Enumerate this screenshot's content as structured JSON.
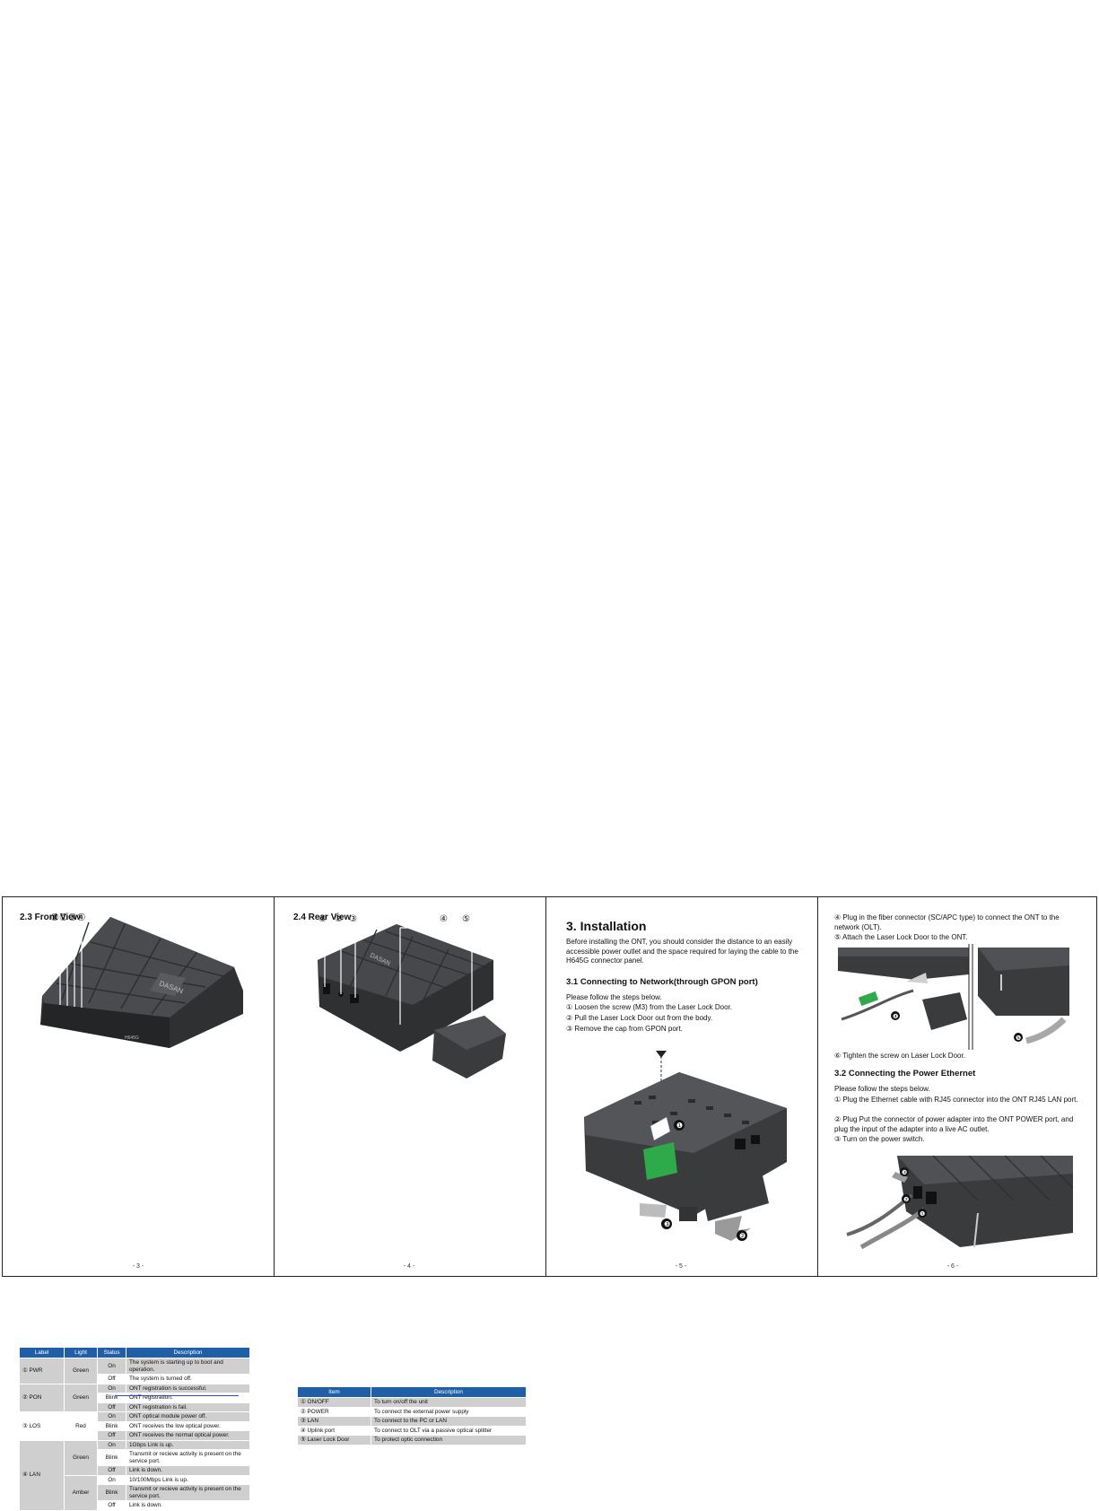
{
  "page1": {
    "heading": "2.3 Front View",
    "callouts": "①②③④",
    "brand": "DASAN",
    "model": "H645G",
    "table_headers": [
      "Label",
      "Light",
      "Status",
      "Description"
    ],
    "rows": {
      "pwr_label": "① PWR",
      "pwr_light": "Green",
      "pwr_on": "On",
      "pwr_on_desc": "The system is starting up to boot and operation.",
      "pwr_off": "Off",
      "pwr_off_desc": "The system is turned off.",
      "pon_label": "② PON",
      "pon_light": "Green",
      "pon_on": "On",
      "pon_on_desc": "ONT registration is successful.",
      "pon_blink": "Blink",
      "pon_blink_desc": "ONT registration.",
      "pon_off": "Off",
      "pon_off_desc": "ONT registration is fail.",
      "los_label": "③ LOS",
      "los_light": "Red",
      "los_on": "On",
      "los_on_desc": "ONT optical module power off.",
      "los_blink": "Blink",
      "los_blink_desc": "ONT receives the low optical power.",
      "los_off": "Off",
      "los_off_desc": "ONT receives the normal optical power.",
      "lan_label": "④ LAN",
      "lan_green": "Green",
      "lan_amber": "Amber",
      "lan_g_on": "On",
      "lan_g_on_desc": "1Gbps Link is up.",
      "lan_g_blink": "Blink",
      "lan_g_blink_desc": "Transmit or recieve activity is present on the service port.",
      "lan_g_off": "Off",
      "lan_g_off_desc": "Link is down.",
      "lan_a_on": "On",
      "lan_a_on_desc": "10/100Mbps Link is up.",
      "lan_a_blink": "Blink",
      "lan_a_blink_desc": "Transmit or recieve activity is present on the service port.",
      "lan_a_off": "Off",
      "lan_a_off_desc": "Link is down."
    },
    "page_number": "- 3 -"
  },
  "page2": {
    "heading": "2.4 Rear View",
    "callouts": [
      "①",
      "②",
      "③",
      "④",
      "⑤"
    ],
    "brand": "DASAN",
    "table_headers": [
      "Item",
      "Description"
    ],
    "rows": [
      {
        "item": "① ON/OFF",
        "desc": "To turn on/off the unit"
      },
      {
        "item": "② POWER",
        "desc": "To connect the external power supply"
      },
      {
        "item": "③ LAN",
        "desc": "To connect to the PC or LAN"
      },
      {
        "item": "④ Uplink port",
        "desc": "To connect to OLT via a passive optical splitter"
      },
      {
        "item": "⑤ Laser Lock Door",
        "desc": "To protect optic connection"
      }
    ],
    "page_number": "- 4 -"
  },
  "page3": {
    "heading": "3. Installation",
    "intro": "Before installing the ONT, you should consider the distance to an easily accessible power outlet and the space required for laying the cable to the H645G connector panel.",
    "subheading": "3.1 Connecting to Network(through GPON port)",
    "steps_intro": "Please follow the steps below.",
    "steps": [
      "① Loosen the screw (M3) from the Laser Lock Door.",
      "② Pull the Laser Lock Door out from the body.",
      "③ Remove the cap from GPON port."
    ],
    "markers": [
      "❶",
      "❷",
      "❸"
    ],
    "page_number": "- 5 -"
  },
  "page4": {
    "steps_top": [
      "④ Plug in the fiber connector (SC/APC type) to connect the ONT to the network (OLT).",
      "⑤ Attach the Laser Lock Door to the ONT."
    ],
    "markers_top": [
      "❹",
      "❺"
    ],
    "step6": "⑥ Tighten the screw on Laser Lock Door.",
    "subheading": "3.2 Connecting the Power Ethernet",
    "steps_intro": "Please follow the steps below.",
    "steps": [
      "① Plug the Ethernet cable with RJ45 connector into the ONT RJ45 LAN port.",
      "② Plug Put the connector of power adapter into the ONT POWER port, and plug the input of the adapter into a live AC outlet.",
      "③ Turn on the power switch."
    ],
    "markers_bottom": [
      "❸",
      "❷",
      "❶"
    ],
    "page_number": "- 6 -"
  },
  "colors": {
    "table_header": "#1f5fa8",
    "row_fill": "#cfcfcf",
    "device": "#3a3b3d",
    "cap_green": "#2eaa4a"
  }
}
